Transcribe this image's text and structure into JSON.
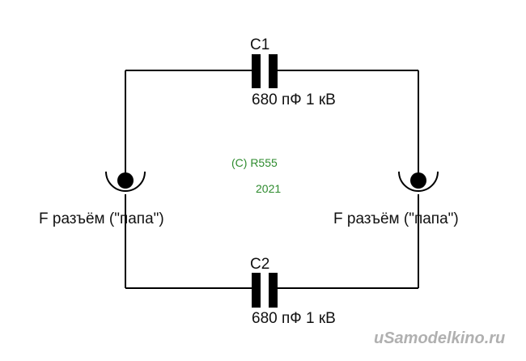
{
  "diagram": {
    "capacitors": [
      {
        "ref": "C1",
        "value": "680 пФ 1 кВ"
      },
      {
        "ref": "C2",
        "value": "680 пФ 1 кВ"
      }
    ],
    "connectors": [
      {
        "label": "F разъём (\"папа\")"
      },
      {
        "label": "F разъём (\"папа\")"
      }
    ],
    "copyright": {
      "line1": "(C)  R555",
      "line2": "2021",
      "color": "#2e8b2e"
    },
    "watermark": "uSamodelkino.ru"
  }
}
